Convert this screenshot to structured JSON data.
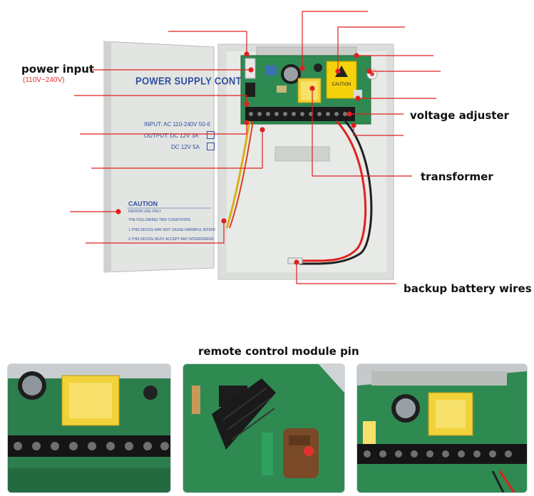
{
  "labels": {
    "power_input": "power input",
    "power_input_range": "(110V~240V)",
    "voltage_adjuster": "voltage adjuster",
    "transformer": "transformer",
    "backup_battery_wires": "backup battery wires",
    "remote_control_module_pin": "remote control module pin"
  },
  "panel": {
    "title": "POWER SUPPLY CONT",
    "input": "INPUT: AC 110-240V 50-6",
    "output1": "OUTPUT: DC 12V 3A",
    "output2": "DC 12V 5A",
    "caution_title": "CAUTION",
    "caution_line1": "INDOOR USE ONLY",
    "caution_line2": "THE FOLLOWING TWO CONDITIONS",
    "caution_line3": "1.THIS DEVICE MAY NOT CAUSE HARMFUL INTERF",
    "caution_line4": "2.THIS DEVICE MUST ACCEPT ANY INTERFERENC"
  },
  "transformer_sticker": "CAUTION",
  "colors": {
    "leader_line": "#e02020",
    "enclosure": "#e3e5e2",
    "pcb": "#2f8a52",
    "transformer": "#f3d23a"
  }
}
